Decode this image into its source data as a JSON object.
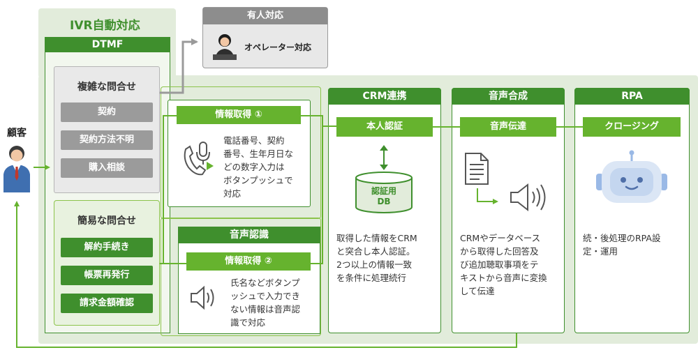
{
  "customer": {
    "label": "顧客"
  },
  "ivr": {
    "title": "IVR自動対応"
  },
  "dtmf": {
    "title": "DTMF",
    "complex": {
      "title": "複雑な問合せ",
      "items": [
        "契約",
        "契約方法不明",
        "購入相談"
      ]
    },
    "simple": {
      "title": "簡易な問合せ",
      "items": [
        "解約手続き",
        "帳票再発行",
        "請求金額確認"
      ]
    }
  },
  "info1": {
    "step": "情報取得 ①",
    "text": [
      "電話番号、契約",
      "番号、生年月日な",
      "どの数字入力は",
      "ボタンプッシュで",
      "対応"
    ]
  },
  "voice_recog": {
    "title": "音声認識",
    "step": "情報取得 ②",
    "text": [
      "氏名などボタンプ",
      "ッシュで入力でき",
      "ない情報は音声認",
      "識で対応"
    ]
  },
  "crm": {
    "title": "CRM連携",
    "step": "本人認証",
    "db": [
      "認証用",
      "DB"
    ],
    "text": [
      "取得した情報をCRM",
      "と突合し本人認証。",
      "2つ以上の情報一致",
      "を条件に処理続行"
    ]
  },
  "tts": {
    "title": "音声合成",
    "step": "音声伝達",
    "text": [
      "CRMやデータベース",
      "から取得した回答及",
      "び追加聴取事項をテ",
      "キストから音声に変換",
      "して伝達"
    ]
  },
  "rpa": {
    "title": "RPA",
    "step": "クロージング",
    "text": [
      "続・後処理のRPA設",
      "定・運用"
    ]
  },
  "operator": {
    "title": "有人対応",
    "label": "オペレーター対応"
  },
  "colors": {
    "green": "#3f8f2d",
    "light_green": "#66b32e",
    "region_bg": "#e2ecdb",
    "gray": "#9b9b9b"
  }
}
